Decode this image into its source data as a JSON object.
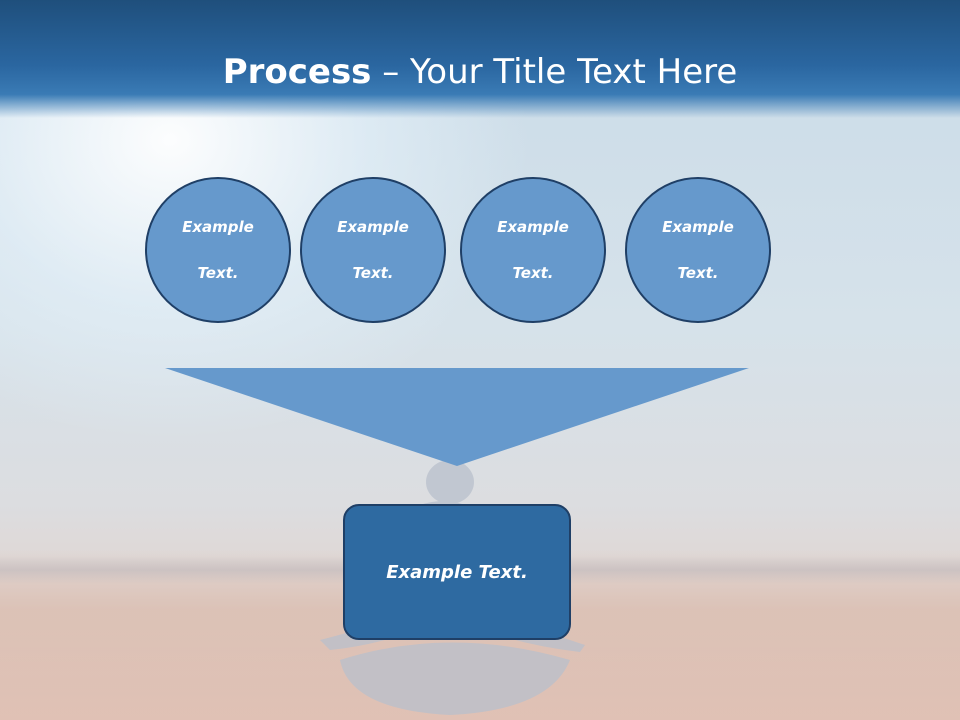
{
  "slide": {
    "title_bold": "Process",
    "title_rest": " – Your Title Text Here",
    "circles": [
      {
        "line1": "Example",
        "line2": "Text."
      },
      {
        "line1": "Example",
        "line2": "Text."
      },
      {
        "line1": "Example",
        "line2": "Text."
      },
      {
        "line1": "Example",
        "line2": "Text."
      }
    ],
    "result_box": "Example Text."
  },
  "colors": {
    "title_bar": "#2a66a0",
    "circle_fill": "#6699cc",
    "circle_border": "#1f3f66",
    "funnel_fill": "#6699cc",
    "box_fill": "#2e6aa1"
  }
}
